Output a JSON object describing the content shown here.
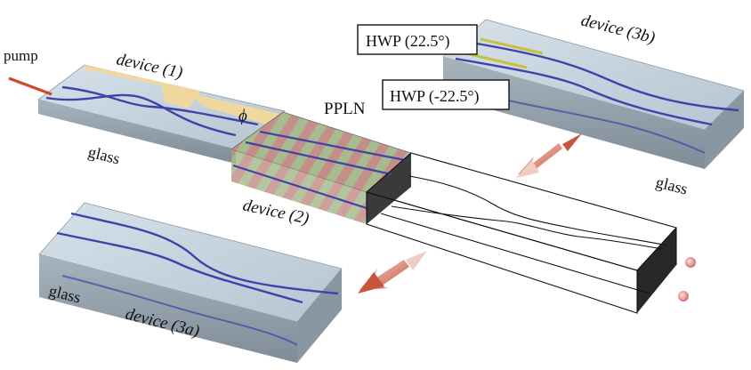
{
  "labels": {
    "pump": "pump",
    "device1": "device (1)",
    "phi": "ϕ",
    "ppln": "PPLN",
    "device2": "device (2)",
    "device3a": "device (3a)",
    "device3b": "device (3b)",
    "glass_left": "glass",
    "glass_bottom": "glass",
    "glass_right": "glass",
    "hwp_top": "HWP (22.5°)",
    "hwp_bottom": "HWP (-22.5°)"
  },
  "colors": {
    "glass_top": "#c9d6e0",
    "glass_side": "#9aa8b3",
    "waveguide": "#3f43a8",
    "pump": "#d2492a",
    "heater": "#f1d89a",
    "ppln_red": "#b98a86",
    "ppln_green": "#9fb58a",
    "arrow": "#d0624c",
    "photon": "#d88d8a"
  },
  "icons": {
    "arrow_left": "double-arrow-icon",
    "arrow_right": "double-arrow-icon",
    "photons": "photon-pair-icon"
  }
}
